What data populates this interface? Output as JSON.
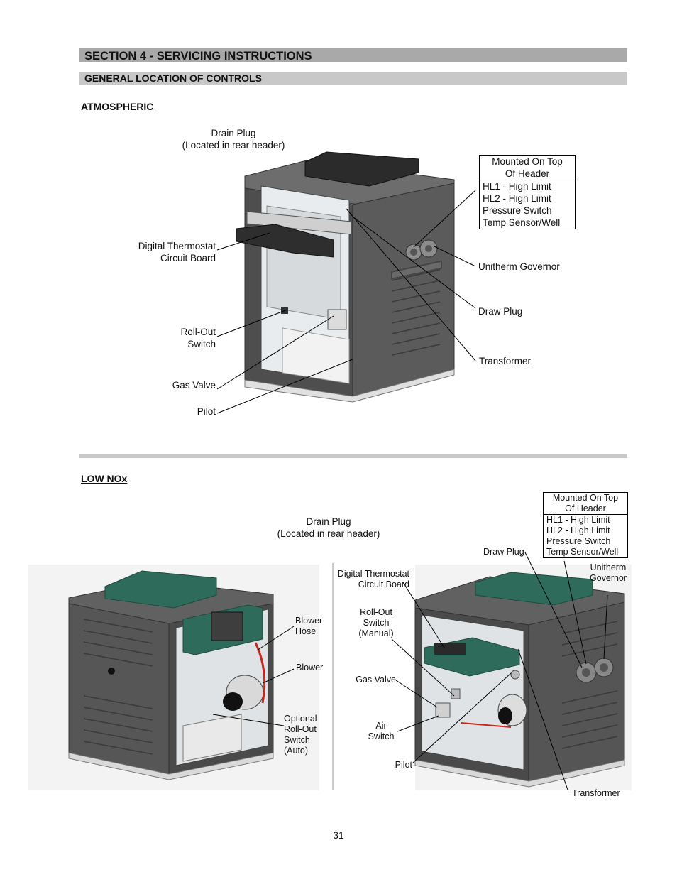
{
  "section_title": "SECTION 4 - SERVICING INSTRUCTIONS",
  "subsection_title": "GENERAL LOCATION OF CONTROLS",
  "atmospheric": {
    "heading": "ATMOSPHERIC",
    "drain_plug": "Drain Plug\n(Located in rear header)",
    "digital_thermostat": "Digital Thermostat\nCircuit Board",
    "roll_out": "Roll-Out\nSwitch",
    "gas_valve": "Gas Valve",
    "pilot": "Pilot",
    "unitherm": "Unitherm Governor",
    "draw_plug": "Draw Plug",
    "transformer": "Transformer",
    "box_header": "Mounted On Top\nOf Header",
    "box_items": [
      "HL1 - High Limit",
      "HL2 - High Limit",
      "Pressure Switch",
      "Temp Sensor/Well"
    ]
  },
  "lownox": {
    "heading": "LOW NOx",
    "drain_plug": "Drain Plug\n(Located in rear header)",
    "blower_hose": "Blower\nHose",
    "blower": "Blower",
    "optional_rollout": "Optional\nRoll-Out\nSwitch\n(Auto)",
    "digital_thermostat": "Digital Thermostat\nCircuit Board",
    "roll_out_manual": "Roll-Out\nSwitch\n(Manual)",
    "gas_valve": "Gas Valve",
    "air_switch": "Air\nSwitch",
    "pilot": "Pilot",
    "draw_plug": "Draw Plug",
    "unitherm": "Unitherm\nGovernor",
    "transformer": "Transformer",
    "box_header": "Mounted On Top\nOf Header",
    "box_items": [
      "HL1 - High Limit",
      "HL2 - High Limit",
      "Pressure Switch",
      "Temp Sensor/Well"
    ]
  },
  "page_number": "31"
}
